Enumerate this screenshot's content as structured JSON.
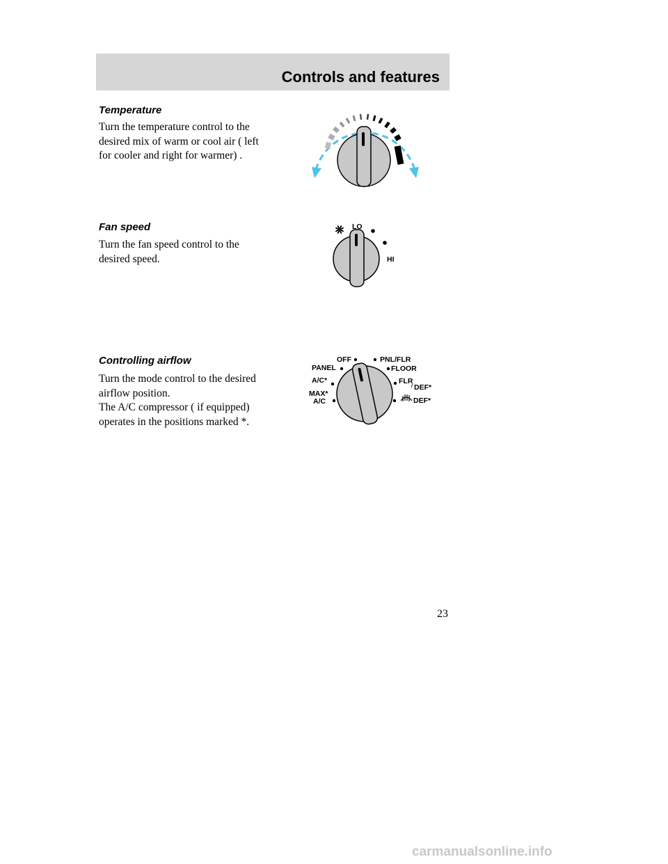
{
  "header": {
    "title": "Controls and features"
  },
  "sections": [
    {
      "heading": "Temperature",
      "paragraphs": [
        "Turn the temperature control to the desired mix of warm or cool air ( left for cooler and right for warmer) ."
      ],
      "figure": {
        "icon": "temperature-control-knob",
        "colors": {
          "cool_arrow": "#4fc3e8",
          "knob": "#c8c8c8"
        }
      }
    },
    {
      "heading": "Fan speed",
      "paragraphs": [
        "Turn the fan speed control to the desired speed."
      ],
      "figure": {
        "icon": "fan-speed-control-knob",
        "labels": {
          "low": "LO",
          "high": "HI"
        }
      }
    },
    {
      "heading": "Controlling airflow",
      "paragraphs": [
        "Turn the mode control to the desired airflow position.",
        "The A/C compressor ( if equipped) operates in the positions marked *."
      ],
      "figure": {
        "icon": "airflow-mode-control-knob",
        "labels": {
          "off": "OFF",
          "panel": "PANEL",
          "ac": "A/C*",
          "max_top": "MAX*",
          "max_bottom": "A/C",
          "pnl_flr": "PNL/FLR",
          "floor": "FLOOR",
          "flr": "FLR",
          "slash": "/",
          "flr_def": "DEF*",
          "def": "DEF*"
        }
      }
    }
  ],
  "page_number": "23",
  "watermark": "carmanualsonline.info"
}
